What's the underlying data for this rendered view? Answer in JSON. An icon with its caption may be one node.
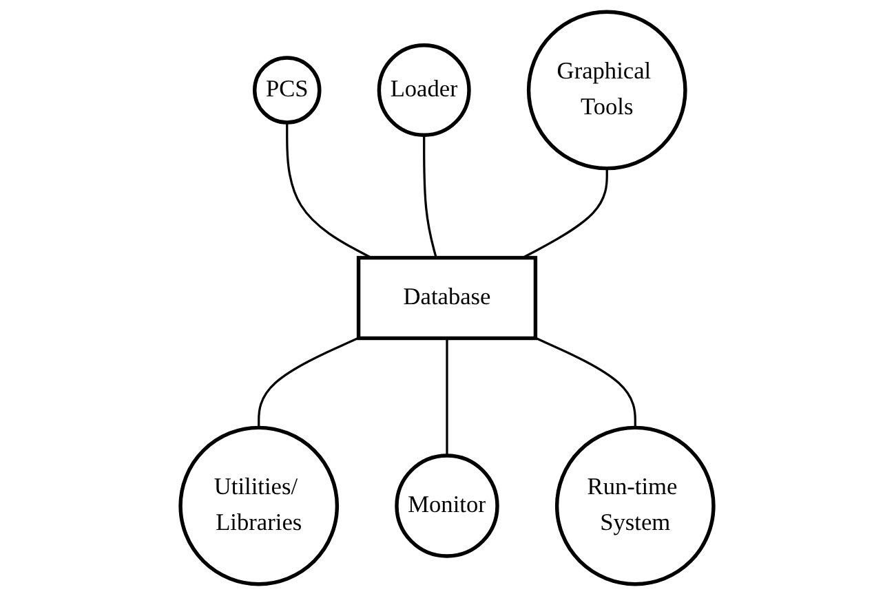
{
  "diagram": {
    "nodes": [
      {
        "text": [
          "PCS"
        ]
      },
      {
        "text": [
          "Loader"
        ]
      },
      {
        "text": [
          "Graphical Tools"
        ]
      },
      {
        "text": [
          "Database"
        ]
      },
      {
        "text": [
          "Utilities/ Libraries"
        ]
      },
      {
        "text": [
          "Monitor"
        ]
      },
      {
        "text": [
          "Run-time System"
        ]
      }
    ],
    "edges": [
      {
        "from": 0,
        "to": 3,
        "arrow": "none"
      },
      {
        "from": 1,
        "to": 3,
        "arrow": "none"
      },
      {
        "from": 2,
        "to": 3,
        "arrow": "none"
      },
      {
        "from": 3,
        "to": 4,
        "arrow": "none"
      },
      {
        "from": 3,
        "to": 5,
        "arrow": "none"
      },
      {
        "from": 3,
        "to": 6,
        "arrow": "none"
      }
    ]
  }
}
